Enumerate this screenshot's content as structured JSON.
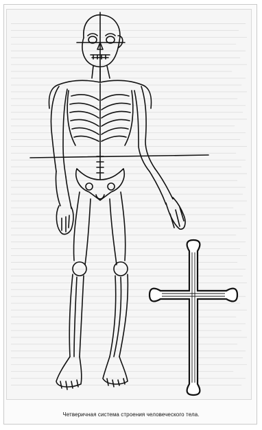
{
  "caption": "Четверичная система строения человеческого тела.",
  "illustration": {
    "subject": "human-skeleton-figure",
    "symbol": "cross-symbol"
  },
  "colors": {
    "ink": "#111111",
    "paper": "#f6f6f6",
    "frame": "#c9c9c9"
  }
}
